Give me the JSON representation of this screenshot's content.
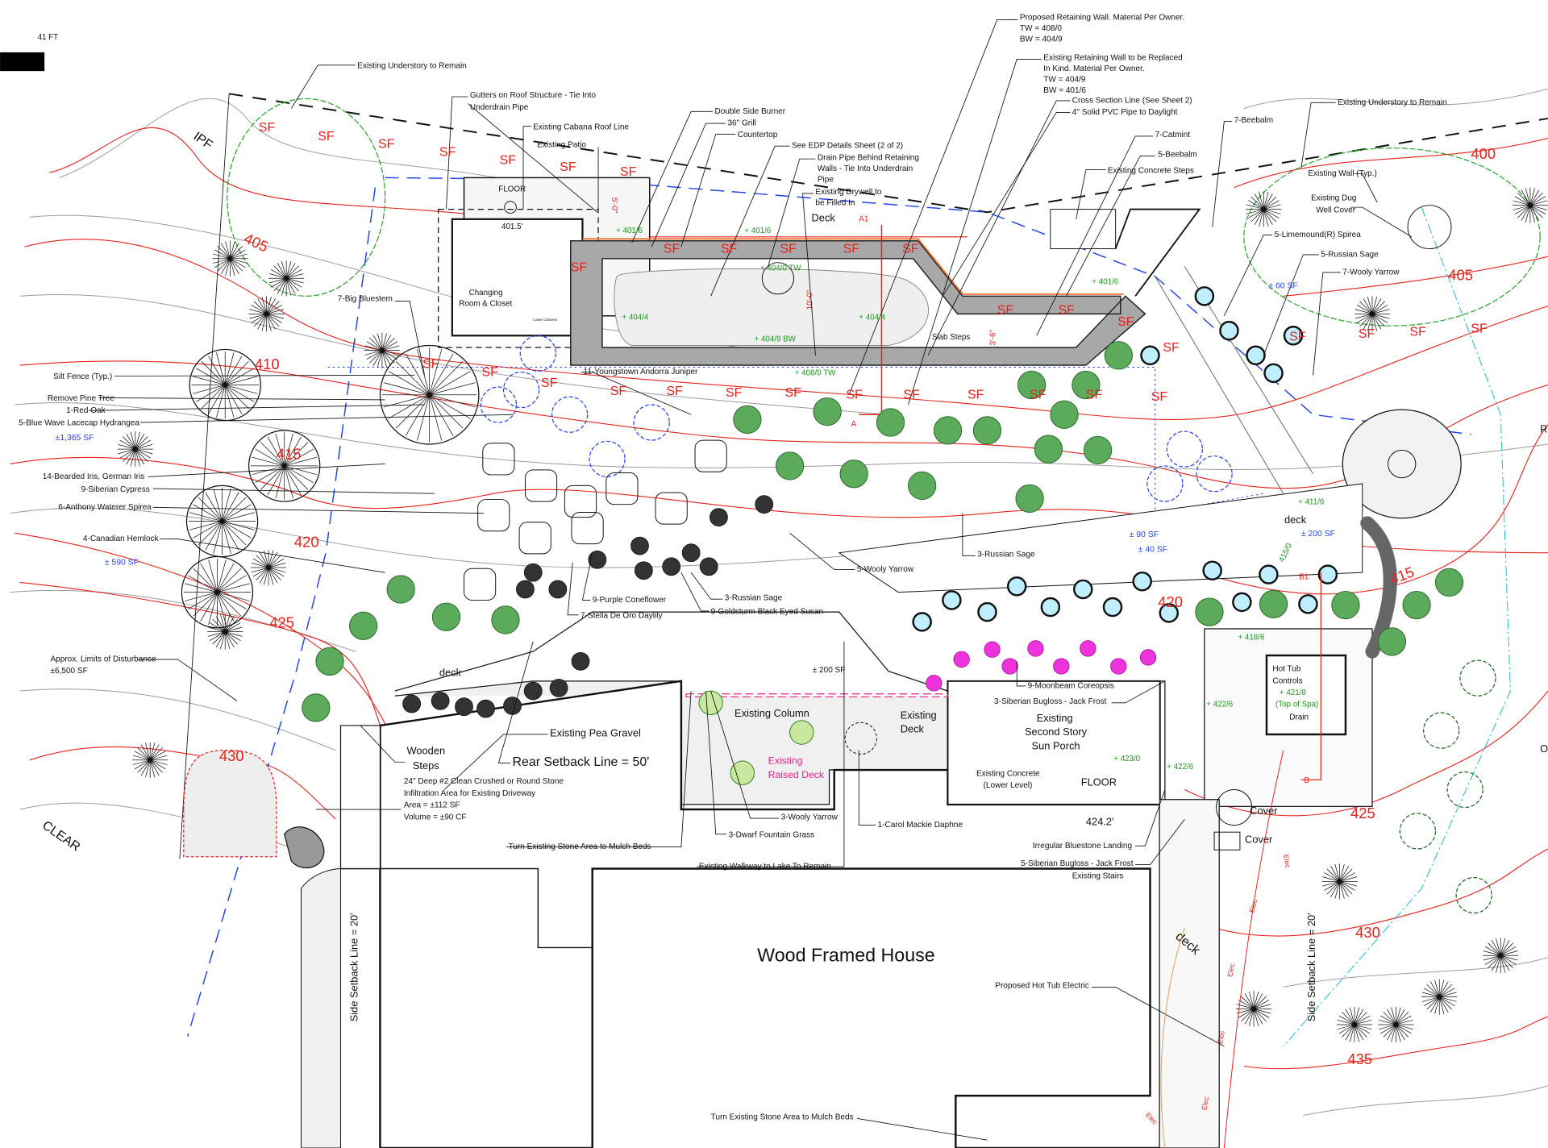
{
  "scale": {
    "label": "41 FT"
  },
  "contours": [
    "400",
    "405",
    "405",
    "410",
    "415",
    "415",
    "420",
    "420",
    "425",
    "425",
    "430",
    "430",
    "435"
  ],
  "silt_fence_mark": "SF",
  "callouts_top": {
    "understory_left": "Existing Understory to Remain",
    "gutters_1": "Gutters on Roof Structure - Tie Into",
    "gutters_2": "Underdrain Pipe",
    "cabana_roof": "Existing Cabana Roof Line",
    "patio": "Existing Patio",
    "burner": "Double Side Burner",
    "grill": "36\" Grill",
    "countertop": "Countertop",
    "edp": "See EDP Details Sheet (2 of 2)",
    "drain_1": "Drain Pipe Behind Retaining",
    "drain_2": "Walls - Tie Into Underdrain",
    "drain_3": "Pipe",
    "drywell_1": "Existing Drywell to",
    "drywell_2": "be Filled In",
    "deck": "Deck",
    "prop_wall_1": "Proposed Retaining Wall. Material Per Owner.",
    "prop_wall_2": "TW = 408/0",
    "prop_wall_3": "BW = 404/9",
    "exist_wall_1": "Existing Retaining Wall to be Replaced",
    "exist_wall_2": "In Kind. Material Per Owner.",
    "exist_wall_3": "TW = 404/9",
    "exist_wall_4": "BW = 401/6",
    "cross_section": "Cross Section Line (See Sheet 2)",
    "pvc": "4\" Solid PVC Pipe to Daylight",
    "catmint": "7-Catmint",
    "beebalm5": "5-Beebalm",
    "concrete_steps": "Existing Concrete Steps",
    "beebalm7": "7-Beebalm",
    "understory_right": "Existing Understory to Remain",
    "wall_typ": "Existing Wall (Typ.)",
    "dug_well_1": "Existing Dug",
    "dug_well_2": "Well Cover",
    "spirea": "5-Limemound(R) Spirea",
    "russian5": "5-Russian Sage",
    "yarrow7": "7-Wooly Yarrow"
  },
  "cabana": {
    "floor": "FLOOR",
    "elev": "401.5'",
    "room_1": "Changing",
    "room_2": "Room & Closet",
    "cabinets": "Lower Cabinets",
    "dim": "5'-0\""
  },
  "pool": {
    "dim_len": "10'-0\"",
    "dim_step": "3'-6\"",
    "slab_steps": "Slab Steps",
    "section_a1": "A1",
    "section_a": "A"
  },
  "spot_grades": [
    "+ 401/6",
    "+ 401/6",
    "+ 404/0 TW",
    "+ 404/4",
    "+ 404/4",
    "+ 404/9 BW",
    "+ 408/0 TW",
    "+ 401/6",
    "+ 411/6",
    "+ 418/6",
    "+ 422/6",
    "+ 423/0",
    "+ 422/6",
    "415/0"
  ],
  "areas": [
    "± 60 SF",
    "±1,365 SF",
    "± 590 SF",
    "± 90 SF",
    "± 40 SF",
    "± 200 SF",
    "± 200 SF"
  ],
  "callouts_left": {
    "bluestem": "7-Big Bluestem",
    "silt_fence": "Silt Fence (Typ.)",
    "pine": "Remove Pine Tree",
    "oak": "1-Red Oak",
    "hydrangea": "5-Blue Wave Lacecap Hydrangea",
    "iris": "14-Bearded Iris, German Iris",
    "cypress": "9-Siberian Cypress",
    "spirea6": "6-Anthony Waterer Spirea",
    "hemlock": "4-Canadian Hemlock",
    "lod_1": "Approx. Limits of Disturbance",
    "lod_2": "±6,500 SF",
    "ipf": "IPF",
    "clear": "CLEAR"
  },
  "callouts_mid": {
    "juniper": "11-Youngstown Andorra Juniper",
    "coneflower": "9-Purple Coneflower",
    "daylily": "7-Stella De Oro Daylily",
    "russian3a": "3-Russian Sage",
    "susan": "9-Goldsturm Black Eyed Susan",
    "yarrow5": "5-Wooly Yarrow",
    "russian3b": "3-Russian Sage",
    "deck_left": "deck",
    "deck_right": "deck",
    "pea_gravel": "Existing Pea Gravel",
    "wooden_1": "Wooden",
    "wooden_2": "Steps",
    "setback_rear": "Rear Setback Line = 50'",
    "infil_1": "24\" Deep #2 Clean Crushed or Round Stone",
    "infil_2": "Infiltration Area for Existing Driveway",
    "infil_3": "Area = ±112 SF",
    "infil_4": "Volume = ±90 CF",
    "column": "Existing Column",
    "raised_1": "Existing",
    "raised_2": "Raised Deck",
    "exdeck_1": "Existing",
    "exdeck_2": "Deck",
    "porch_1": "Existing",
    "porch_2": "Second Story",
    "porch_3": "Sun Porch",
    "concrete_1": "Existing Concrete",
    "concrete_2": "(Lower Level)",
    "floor": "FLOOR",
    "floor_elev": "424.2'",
    "coreopsis": "9-Moonbeam Coreopsis",
    "bugloss3": "3-Siberian Bugloss - Jack Frost",
    "hot_tub_1": "Hot Tub",
    "hot_tub_2": "Controls",
    "hot_tub_3": "+ 421/8",
    "hot_tub_4": "(Top of Spa)",
    "hot_tub_5": "Drain",
    "b1": "B1",
    "b": "B"
  },
  "callouts_bottom": {
    "yarrow3": "3-Wooly Yarrow",
    "daphne": "1-Carol Mackie Daphne",
    "fountain": "3-Dwarf Fountain Grass",
    "mulch_1": "Turn Existing Stone Area to Mulch Beds",
    "walkway": "Existing Walkway to Lake To Remain",
    "bluestone": "Irregular Bluestone Landing",
    "bugloss5": "5-Siberian Bugloss - Jack Frost",
    "stairs": "Existing Stairs",
    "cover_1": "Cover",
    "cover_2": "Cover",
    "house": "Wood Framed House",
    "deck_rot": "deck",
    "hot_tub_elec": "Proposed Hot Tub Electric",
    "side_left": "Side Setback Line = 20'",
    "side_right": "Side Setback Line = 20'",
    "mulch_2": "Turn Existing Stone Area to Mulch Beds",
    "elec": "Elec",
    "edge_o": "O",
    "edge_r": "R"
  },
  "colors": {
    "contour_major": "#e8201a",
    "silt_fence": "#e8201a",
    "area": "#2244ee",
    "grade": "#1a9a1a",
    "raised_deck": "#e8208a",
    "wall": "#a8a8a8"
  }
}
